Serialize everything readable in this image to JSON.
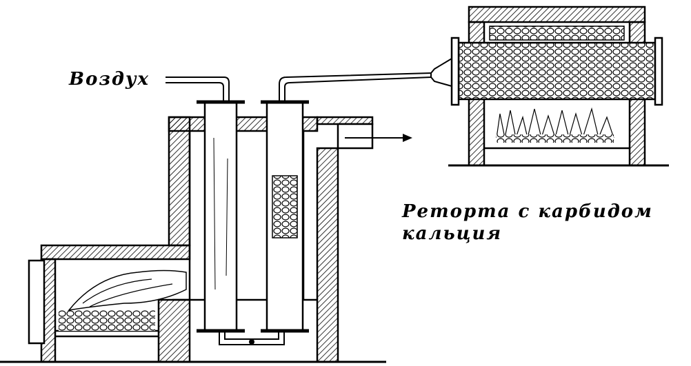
{
  "labels": {
    "air": "Воздух",
    "retort_line1": "Реторта с карбидом",
    "retort_line2": "кальция"
  },
  "colors": {
    "ink": "#000000",
    "paper": "#ffffff"
  }
}
